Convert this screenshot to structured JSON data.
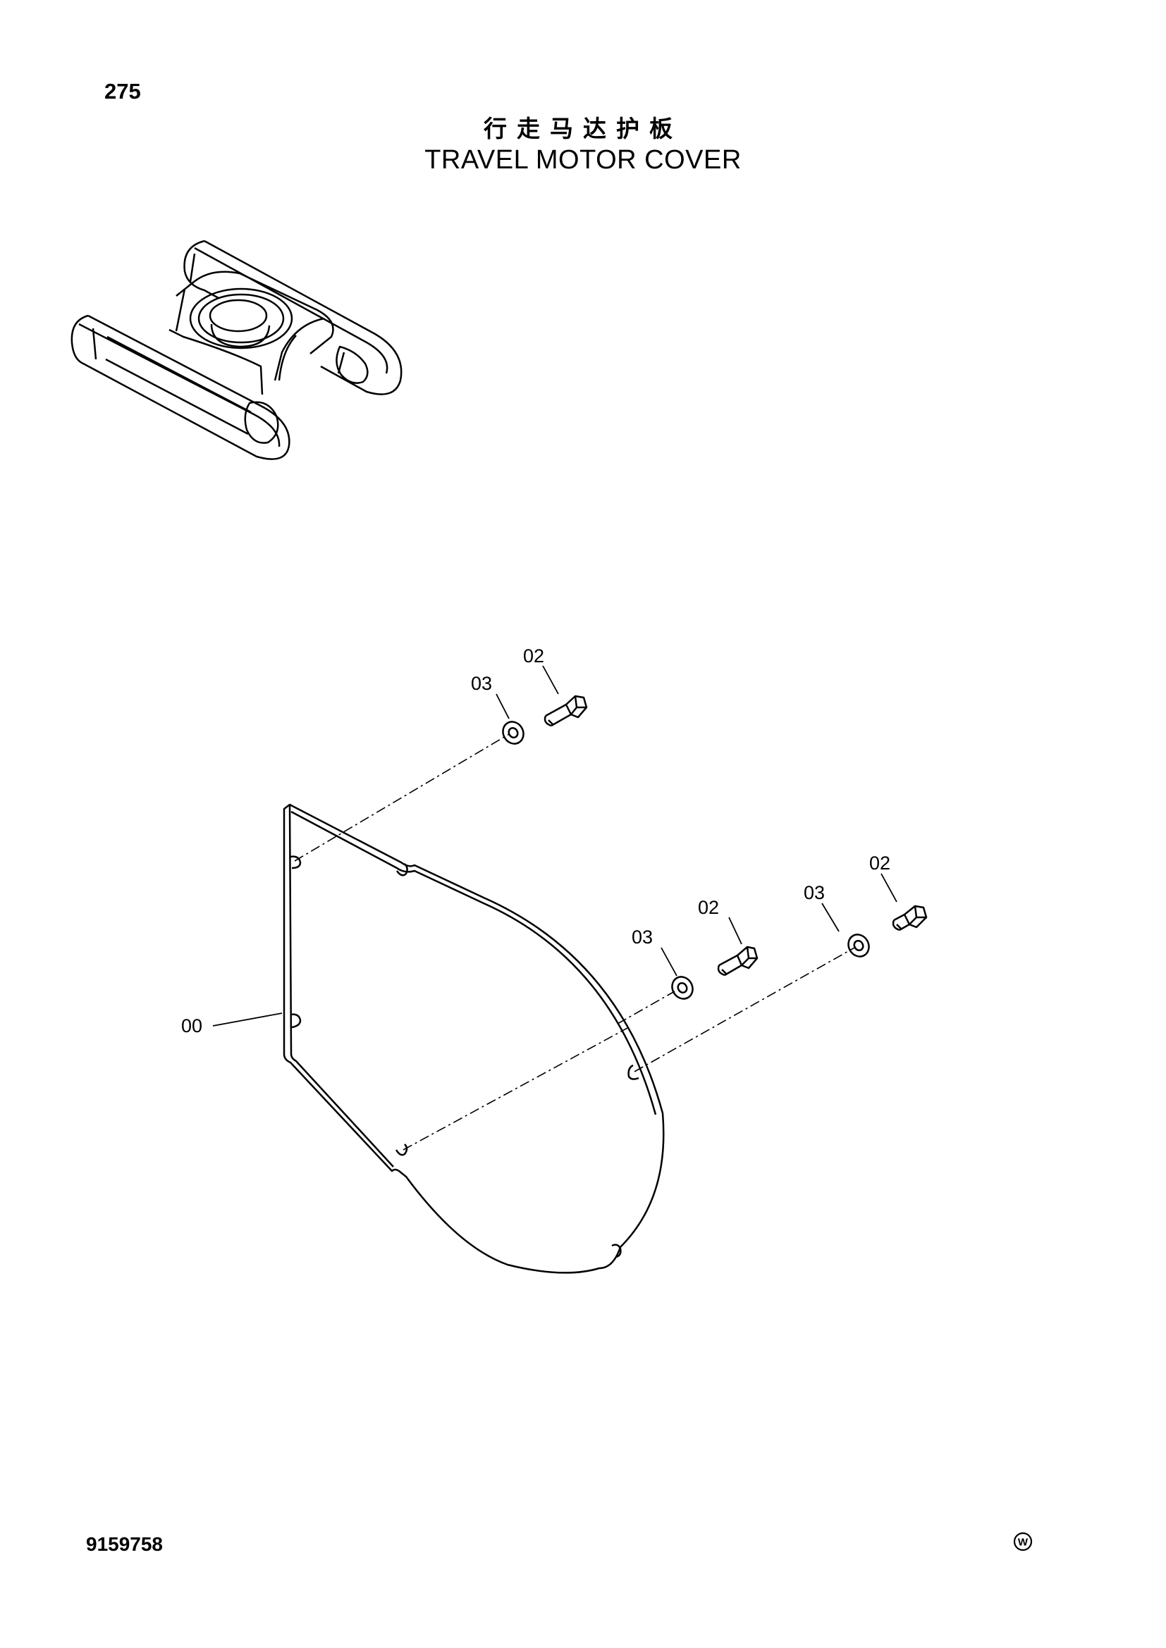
{
  "header": {
    "page_number": "275",
    "title_cn": "行走马达护板",
    "title_en": "TRAVEL MOTOR COVER"
  },
  "callouts": {
    "cover_plate": "00",
    "bolt_top": "02",
    "washer_top": "03",
    "bolt_middle": "02",
    "washer_middle": "03",
    "bolt_right": "02",
    "washer_right": "03"
  },
  "footer": {
    "drawing_number": "9159758",
    "mark": "W"
  },
  "colors": {
    "line": "#000000",
    "background": "#ffffff"
  }
}
